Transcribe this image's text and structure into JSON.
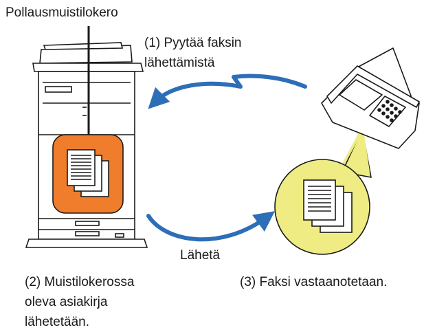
{
  "labels": {
    "tray": "Pollausmuistilokero",
    "request_line1": "(1) Pyytää faksin",
    "request_line2": "lähettämistä",
    "send": "Lähetä",
    "stored_line1": "(2) Muistilokerossa",
    "stored_line2": "oleva asiakirja",
    "stored_line3": "lähetetään.",
    "received": "(3) Faksi vastaanotetaan."
  },
  "colors": {
    "arrow": "#2d6eb8",
    "memory_box": "#f07d2c",
    "received_circle": "#eeec82",
    "outline": "#1a1a1a"
  },
  "icons": {
    "machine": "multifunction-printer-icon",
    "fax": "fax-machine-icon",
    "document": "document-stack-icon"
  }
}
